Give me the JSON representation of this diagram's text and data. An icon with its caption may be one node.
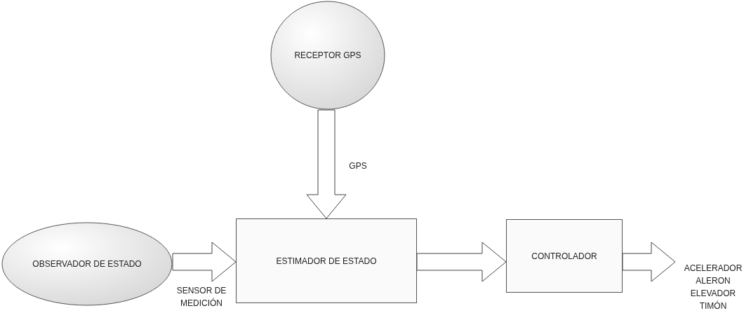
{
  "diagram": {
    "nodes": [
      {
        "text": [
          "RECEPTOR GPS"
        ]
      },
      {
        "text": [
          "OBSERVADOR DE ESTADO"
        ]
      },
      {
        "text": [
          "ESTIMADOR DE ESTADO"
        ]
      },
      {
        "text": [
          "CONTROLADOR"
        ]
      },
      {
        "text": [
          "ACELERADOR ALERON ELEVADOR TIMÓN"
        ]
      }
    ],
    "edges": [
      {
        "from": 0,
        "to": 2,
        "arrow": "to",
        "label": "GPS"
      },
      {
        "from": 1,
        "to": 2,
        "arrow": "to",
        "label": "SENSOR DE MEDICIÓN"
      },
      {
        "from": 2,
        "to": 3,
        "arrow": "to"
      },
      {
        "from": 3,
        "to": 4,
        "arrow": "to"
      }
    ]
  }
}
